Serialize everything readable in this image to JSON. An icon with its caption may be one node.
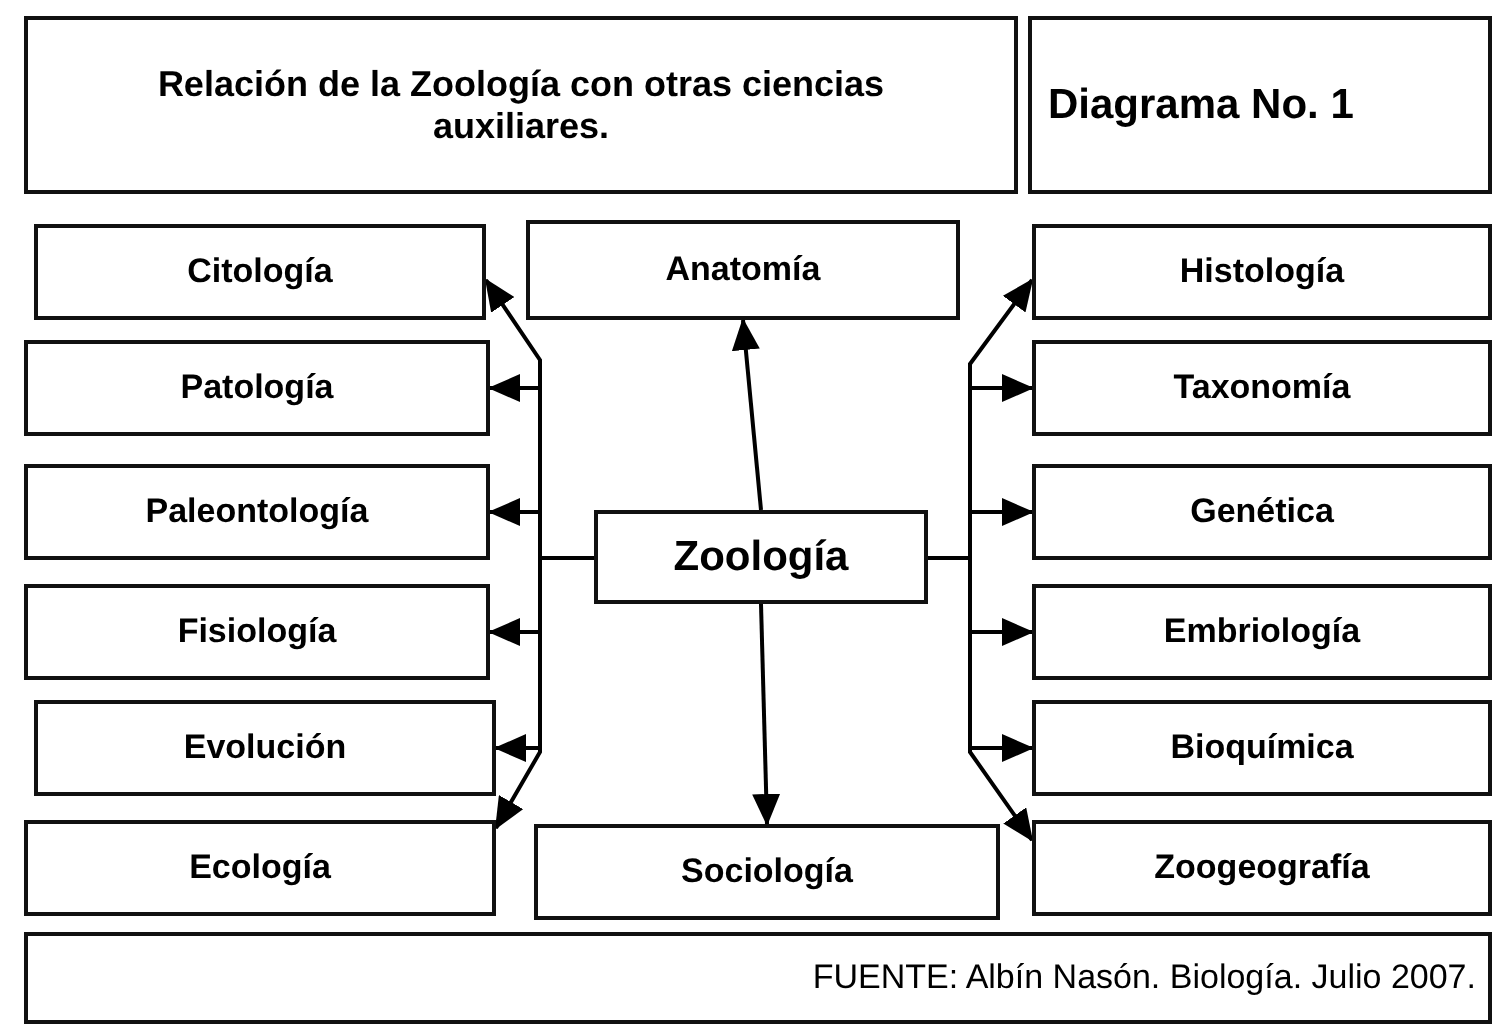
{
  "diagram": {
    "nodes": [
      {
        "text": [
          "Relación de la Zoología con otras ciencias auxiliares."
        ]
      },
      {
        "text": [
          "Diagrama No. 1"
        ]
      },
      {
        "text": [
          "Citología"
        ]
      },
      {
        "text": [
          "Anatomía"
        ]
      },
      {
        "text": [
          "Histología"
        ]
      },
      {
        "text": [
          "Patología"
        ]
      },
      {
        "text": [
          "Taxonomía"
        ]
      },
      {
        "text": [
          "Paleontología"
        ]
      },
      {
        "text": [
          "Zoología"
        ]
      },
      {
        "text": [
          "Genética"
        ]
      },
      {
        "text": [
          "Fisiología"
        ]
      },
      {
        "text": [
          "Embriología"
        ]
      },
      {
        "text": [
          "Evolución"
        ]
      },
      {
        "text": [
          "Bioquímica"
        ]
      },
      {
        "text": [
          "Ecología"
        ]
      },
      {
        "text": [
          "Sociología"
        ]
      },
      {
        "text": [
          "Zoogeografía"
        ]
      },
      {
        "text": [
          "FUENTE: Albín Nasón. Biología. Julio  2007."
        ]
      }
    ],
    "edges": [
      {
        "from": 8,
        "to": 2,
        "arrow": "to"
      },
      {
        "from": 8,
        "to": 5,
        "arrow": "to"
      },
      {
        "from": 8,
        "to": 7,
        "arrow": "to"
      },
      {
        "from": 8,
        "to": 10,
        "arrow": "to"
      },
      {
        "from": 8,
        "to": 12,
        "arrow": "to"
      },
      {
        "from": 8,
        "to": 14,
        "arrow": "to"
      },
      {
        "from": 8,
        "to": 3,
        "arrow": "to"
      },
      {
        "from": 8,
        "to": 15,
        "arrow": "to"
      },
      {
        "from": 8,
        "to": 4,
        "arrow": "to"
      },
      {
        "from": 8,
        "to": 6,
        "arrow": "to"
      },
      {
        "from": 8,
        "to": 9,
        "arrow": "to"
      },
      {
        "from": 8,
        "to": 11,
        "arrow": "to"
      },
      {
        "from": 8,
        "to": 13,
        "arrow": "to"
      },
      {
        "from": 8,
        "to": 16,
        "arrow": "to"
      }
    ]
  }
}
